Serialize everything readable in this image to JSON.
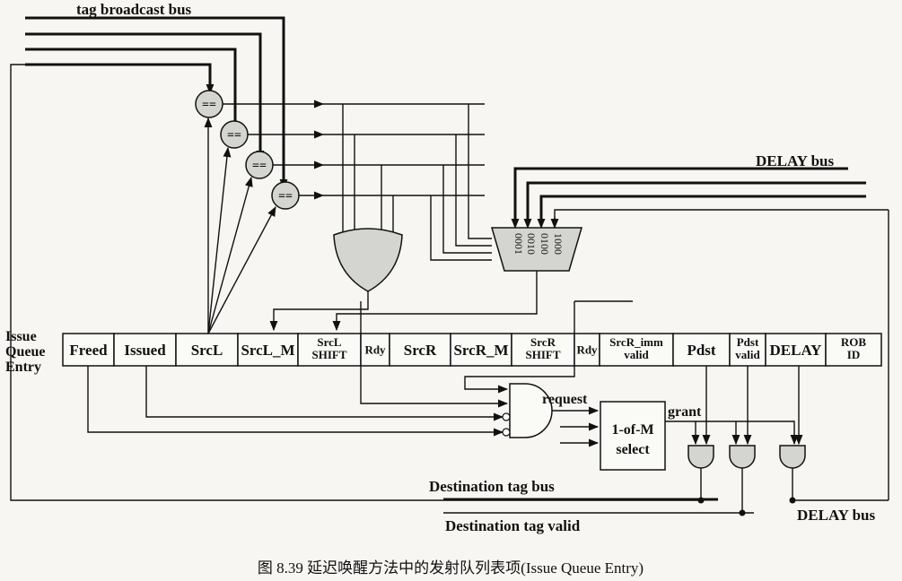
{
  "labels": {
    "tag_bus": "tag broadcast bus",
    "delay_bus_top": "DELAY bus",
    "issue_queue_entry": [
      "Issue",
      "Queue",
      "Entry"
    ],
    "request": "request",
    "grant": "grant",
    "dest_tag_bus": "Destination tag bus",
    "dest_tag_valid": "Destination tag valid",
    "delay_bus_bottom": "DELAY bus",
    "compare": "=="
  },
  "select": {
    "line1": "1-of-M",
    "line2": "select"
  },
  "mux_inputs": [
    "0001",
    "0010",
    "0100",
    "1000"
  ],
  "fields": [
    {
      "id": "freed",
      "lines": [
        "Freed"
      ]
    },
    {
      "id": "issued",
      "lines": [
        "Issued"
      ]
    },
    {
      "id": "srcl",
      "lines": [
        "SrcL"
      ]
    },
    {
      "id": "srcl-m",
      "lines": [
        "SrcL_M"
      ]
    },
    {
      "id": "srcl-shift",
      "lines": [
        "SrcL",
        "SHIFT"
      ]
    },
    {
      "id": "rdy-l",
      "lines": [
        "Rdy"
      ]
    },
    {
      "id": "srcr",
      "lines": [
        "SrcR"
      ]
    },
    {
      "id": "srcr-m",
      "lines": [
        "SrcR_M"
      ]
    },
    {
      "id": "srcr-shift",
      "lines": [
        "SrcR",
        "SHIFT"
      ]
    },
    {
      "id": "rdy-r",
      "lines": [
        "Rdy"
      ]
    },
    {
      "id": "srcr-imm-valid",
      "lines": [
        "SrcR_imm",
        "valid"
      ]
    },
    {
      "id": "pdst",
      "lines": [
        "Pdst"
      ]
    },
    {
      "id": "pdst-valid",
      "lines": [
        "Pdst",
        "valid"
      ]
    },
    {
      "id": "delay",
      "lines": [
        "DELAY"
      ]
    },
    {
      "id": "rob-id",
      "lines": [
        "ROB",
        "ID"
      ]
    }
  ],
  "caption": "图 8.39   延迟唤醒方法中的发射队列表项(Issue Queue Entry)"
}
